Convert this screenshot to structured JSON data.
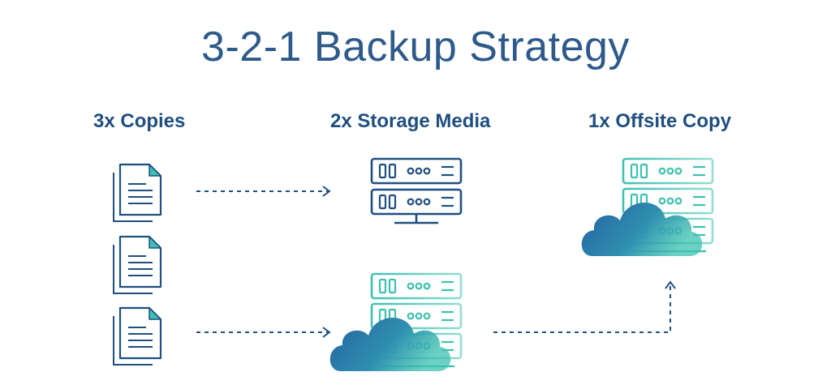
{
  "title": "3-2-1 Backup Strategy",
  "columns": [
    {
      "label": "3x Copies"
    },
    {
      "label": "2x Storage Media"
    },
    {
      "label": "1x Offsite Copy"
    }
  ],
  "colors": {
    "title": "#2d5a8a",
    "heading": "#1f4f80",
    "server_dark": "#1f4f80",
    "server_teal": "#3cc1b0",
    "document": "#1f4f80",
    "document_corner": "#3cc1b0",
    "arrow": "#1f4f80",
    "cloud_start": "#2a6aa8",
    "cloud_end": "#3cc1b0"
  },
  "icons": {
    "documents": [
      "document-icon",
      "document-icon",
      "document-icon"
    ],
    "local_server": "local-server-icon",
    "cloud_server": "cloud-server-icon",
    "offsite_cloud_server": "offsite-cloud-server-icon"
  }
}
